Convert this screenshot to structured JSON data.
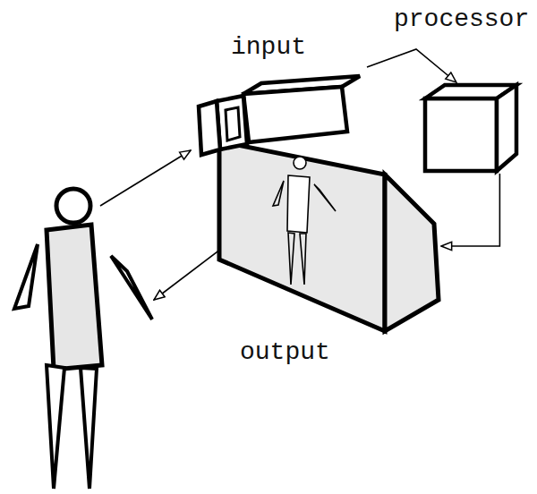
{
  "diagram": {
    "nodes": [
      {
        "text": [
          "input"
        ]
      },
      {
        "text": [
          "processor"
        ]
      },
      {
        "text": [
          "output"
        ]
      }
    ],
    "edges": [
      {
        "from": 0,
        "to": 1,
        "arrow": "to"
      },
      {
        "from": 1,
        "to": 2,
        "arrow": "to"
      }
    ]
  }
}
